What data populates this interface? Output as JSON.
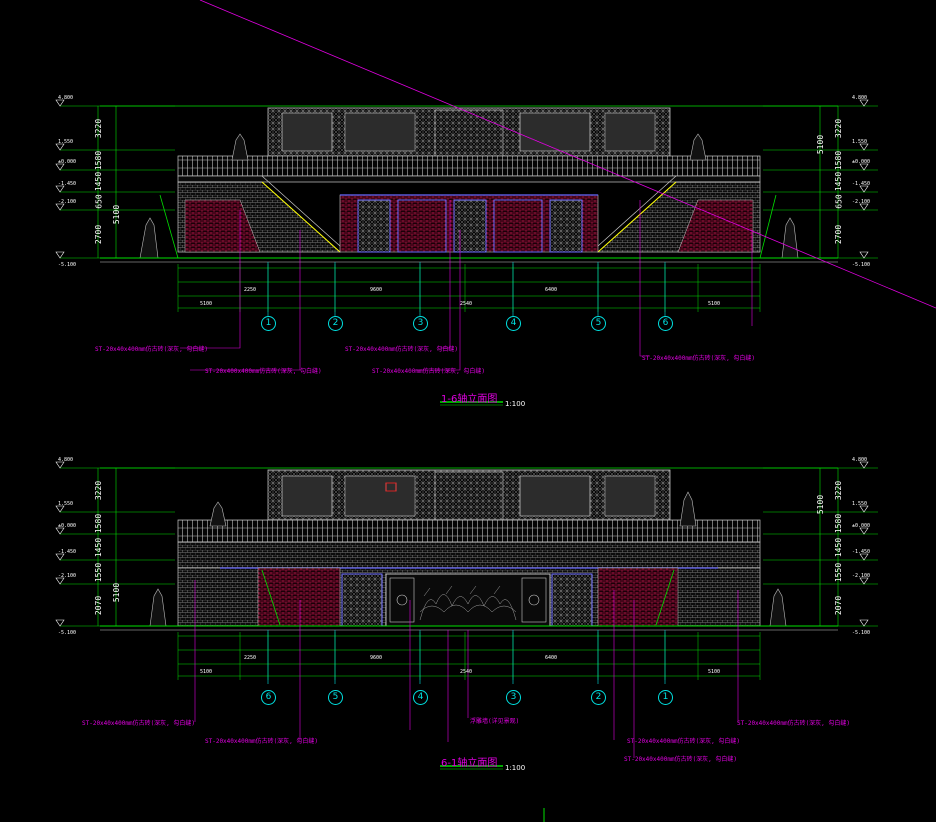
{
  "drawing": {
    "elevation_top": {
      "title": "1-6轴立面图",
      "scale": "1:100",
      "axes": [
        "1",
        "2",
        "3",
        "4",
        "5",
        "6"
      ],
      "levels_left": [
        "4.800",
        "1.550",
        "±0.000",
        "-1.450",
        "-2.100",
        "-5.100"
      ],
      "levels_right": [
        "4.800",
        "1.550",
        "±0.000",
        "-1.450",
        "-2.100",
        "-5.100"
      ],
      "vertical_dims_left": [
        "3220",
        "1580",
        "1450",
        "650",
        "2700",
        "5100"
      ],
      "vertical_dims_right": [
        "3220",
        "1580",
        "1450",
        "650",
        "2700",
        "5100"
      ],
      "overall_dims": [
        "5100",
        "2250",
        "9600",
        "2540",
        "6400",
        "5100"
      ],
      "notes": [
        "ST-20x40x400mm仿古砖(深灰, 勾白缝)",
        "ST-20x400x400mm仿古砖(深灰, 勾白缝)",
        "ST-20x40x400mm仿古砖(深灰, 勾白缝)",
        "ST-20x40x400mm仿古砖(深灰, 勾白缝)",
        "ST-20x40x400mm仿古砖(深灰, 勾白缝)"
      ]
    },
    "elevation_bottom": {
      "title": "6-1轴立面图",
      "scale": "1:100",
      "axes": [
        "6",
        "5",
        "4",
        "3",
        "2",
        "1"
      ],
      "levels_left": [
        "4.800",
        "1.550",
        "±0.000",
        "-1.450",
        "-2.100",
        "-5.100"
      ],
      "levels_right": [
        "4.800",
        "1.550",
        "±0.000",
        "-1.450",
        "-2.100",
        "-5.100"
      ],
      "vertical_dims_left": [
        "3220",
        "1580",
        "1450",
        "1550",
        "2070",
        "5100"
      ],
      "vertical_dims_right": [
        "3220",
        "1580",
        "1450",
        "1550",
        "2070",
        "5100"
      ],
      "overall_dims": [
        "5100",
        "2250",
        "9600",
        "2540",
        "6400",
        "5100"
      ],
      "notes": [
        "ST-20x40x400mm仿古砖(深灰, 勾白缝)",
        "ST-20x40x400mm仿古砖(深灰, 勾白缝)",
        "浮雕墙(详见景观)",
        "ST-20x40x400mm仿古砖(深灰, 勾白缝)",
        "ST-20x40x400mm仿古砖(深灰, 勾白缝)",
        "ST-20x40x400mm仿古砖(深灰, 勾白缝)"
      ]
    }
  },
  "colors": {
    "background": "#000000",
    "dimension": "#00e000",
    "annotation": "#e000e0",
    "axis": "#00e0e0",
    "linework": "#c8c8c8",
    "brick": "#d02050",
    "stone": "#8080ff",
    "highlight": "#ffff00"
  }
}
